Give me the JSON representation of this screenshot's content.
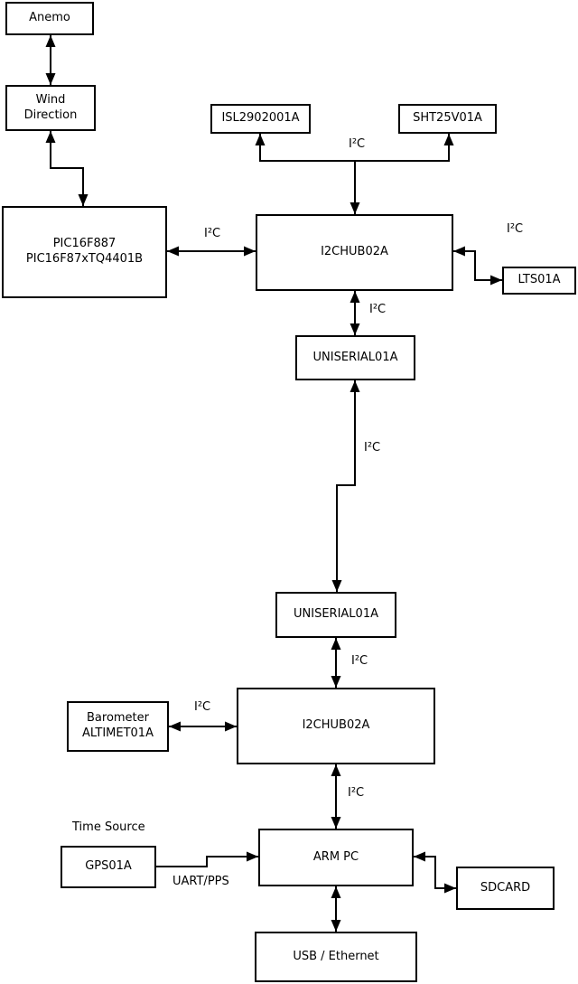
{
  "diagram": {
    "type": "block-diagram",
    "background_color": "#ffffff",
    "line_color": "#000000",
    "text_color": "#000000",
    "nodes": {
      "anemo": {
        "label": "Anemo"
      },
      "wind_direction": {
        "line1": "Wind",
        "line2": "Direction"
      },
      "pic": {
        "line1": "PIC16F887",
        "line2": "PIC16F87xTQ4401B"
      },
      "isl": {
        "label": "ISL2902001A"
      },
      "sht": {
        "label": "SHT25V01A"
      },
      "i2c_hub_top": {
        "label": "I2CHUB02A"
      },
      "lts": {
        "label": "LTS01A"
      },
      "uniserial_top": {
        "label": "UNISERIAL01A"
      },
      "uniserial_bottom": {
        "label": "UNISERIAL01A"
      },
      "i2c_hub_bottom": {
        "label": "I2CHUB02A"
      },
      "barometer": {
        "line1": "Barometer",
        "line2": "ALTIMET01A"
      },
      "gps": {
        "label": "GPS01A"
      },
      "arm_pc": {
        "label": "ARM PC"
      },
      "sdcard": {
        "label": "SDCARD"
      },
      "usb_ethernet": {
        "label": "USB / Ethernet"
      }
    },
    "labels": {
      "i2c_sensors": "I²C",
      "i2c_pic_hub": "I²C",
      "i2c_hub_lts": "I²C",
      "i2c_hub_uniserial": "I²C",
      "i2c_uniserial_link": "I²C",
      "i2c_uniserial_hub2": "I²C",
      "i2c_barometer_hub2": "I²C",
      "i2c_hub2_arm": "I²C",
      "uart_pps": "UART/PPS",
      "time_source": "Time Source"
    }
  }
}
